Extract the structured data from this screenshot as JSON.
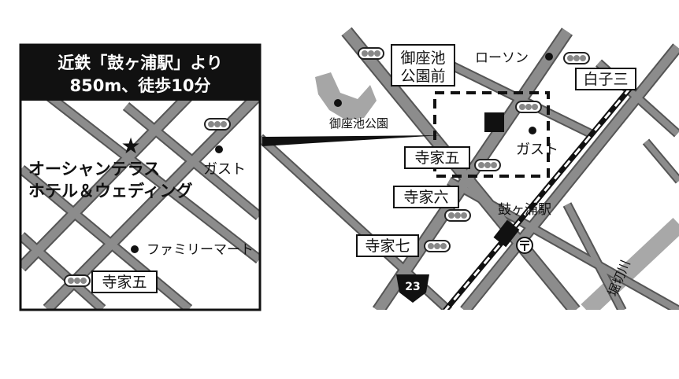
{
  "colors": {
    "road": "#8c8c8c",
    "road_outline": "#555555",
    "river": "#b3b3b3",
    "ink": "#111111",
    "background": "#ffffff"
  },
  "inset": {
    "header_line1": "近鉄「鼓ヶ浦駅」より",
    "header_line2": "850m、徒歩10分",
    "hotel_name_line1": "オーシャンテラス",
    "hotel_name_line2": "ホテル＆ウェディング",
    "hotel_marker_icon": "star-icon",
    "gusto": "ガスト",
    "familymart": "ファミリーマート",
    "signal": "寺家五"
  },
  "main": {
    "signals": {
      "gozaike_koenmae_line1": "御座池",
      "gozaike_koenmae_line2": "公園前",
      "shiroko3": "白子三",
      "jike5": "寺家五",
      "jike6": "寺家六",
      "jike7": "寺家七"
    },
    "lawson": "ローソン",
    "gozaike_park": "御座池公園",
    "gusto": "ガスト",
    "station": "鼓ヶ浦駅",
    "route_number": "23",
    "river": "堀切川",
    "post_office_icon": "post-office-icon"
  }
}
